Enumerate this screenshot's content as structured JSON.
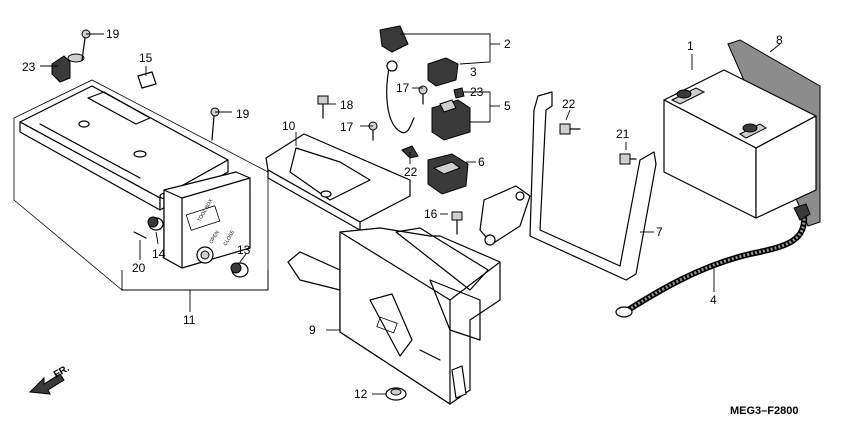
{
  "diagram": {
    "drawing_code": "MEG3–F2800",
    "direction_label": "FR.",
    "box_lettering": [
      "TOOL BOX",
      "OPEN",
      "CLOSE"
    ],
    "callouts": [
      "1",
      "2",
      "3",
      "4",
      "5",
      "6",
      "7",
      "8",
      "9",
      "10",
      "11",
      "12",
      "13",
      "14",
      "15",
      "16",
      "17",
      "17",
      "18",
      "19",
      "19",
      "20",
      "21",
      "22",
      "22",
      "23",
      "23"
    ]
  }
}
